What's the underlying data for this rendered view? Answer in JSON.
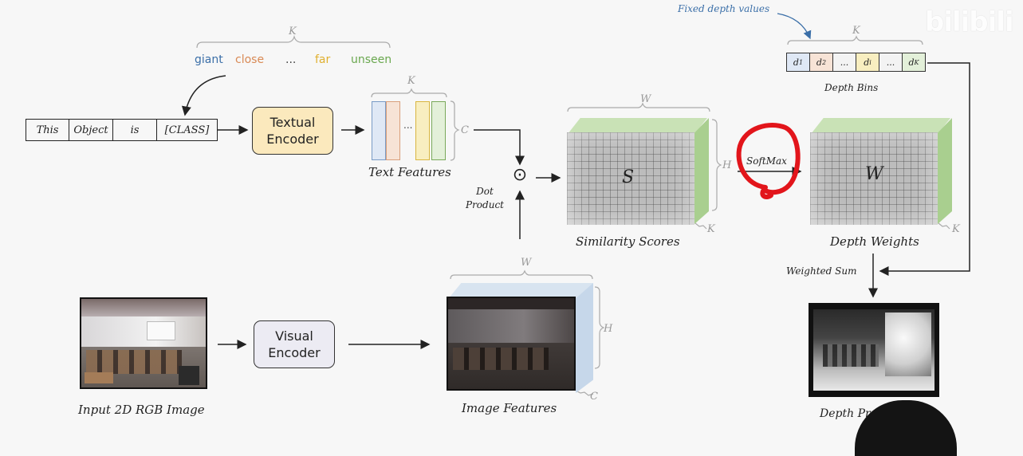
{
  "watermark": "bilibili",
  "top_label": {
    "k": "K",
    "words": [
      {
        "text": "giant",
        "color": "#3b6fa8"
      },
      {
        "text": "close",
        "color": "#d98a55"
      },
      {
        "text": "...",
        "color": "#444444"
      },
      {
        "text": "far",
        "color": "#e0b030"
      },
      {
        "text": "unseen",
        "color": "#6aa84f"
      }
    ]
  },
  "tokens": [
    "This",
    "Object",
    "is",
    "[CLASS]"
  ],
  "textual_encoder": "Textual\nEncoder",
  "visual_encoder": "Visual\nEncoder",
  "text_features": {
    "label": "Text Features",
    "k": "K",
    "c": "C",
    "dots": "..."
  },
  "dot_product": {
    "symbol": "⊙",
    "label": "Dot\nProduct"
  },
  "similarity": {
    "label": "Similarity Scores",
    "symbol": "S",
    "w": "W",
    "h": "H",
    "k": "K"
  },
  "softmax": "SoftMax",
  "depth_weights": {
    "label": "Depth Weights",
    "symbol": "W",
    "k": "K"
  },
  "fixed_depth": "Fixed depth values",
  "depth_bins": {
    "label": "Depth Bins",
    "k": "K",
    "bins": [
      {
        "base": "d",
        "sub": "1",
        "color": "#dfe8f5"
      },
      {
        "base": "d",
        "sub": "2",
        "color": "#f7e3d6"
      },
      {
        "base": "...",
        "sub": "",
        "color": "#f3f3f3"
      },
      {
        "base": "d",
        "sub": "i",
        "color": "#f8eec0"
      },
      {
        "base": "...",
        "sub": "",
        "color": "#f3f3f3"
      },
      {
        "base": "d",
        "sub": "K",
        "color": "#e3f0d9"
      }
    ]
  },
  "weighted_sum": "Weighted Sum",
  "depth_prediction": "Depth Pr",
  "input_image": "Input 2D RGB Image",
  "image_features": {
    "label": "Image Features",
    "w": "W",
    "h": "H",
    "c": "C"
  },
  "colors": {
    "textual_encoder": "#fbe9bd",
    "visual_encoder": "#ecebf3",
    "green_top": "#c9e2b6",
    "blue_top": "#d8e4f0",
    "softmax_circle": "#e2151b"
  }
}
